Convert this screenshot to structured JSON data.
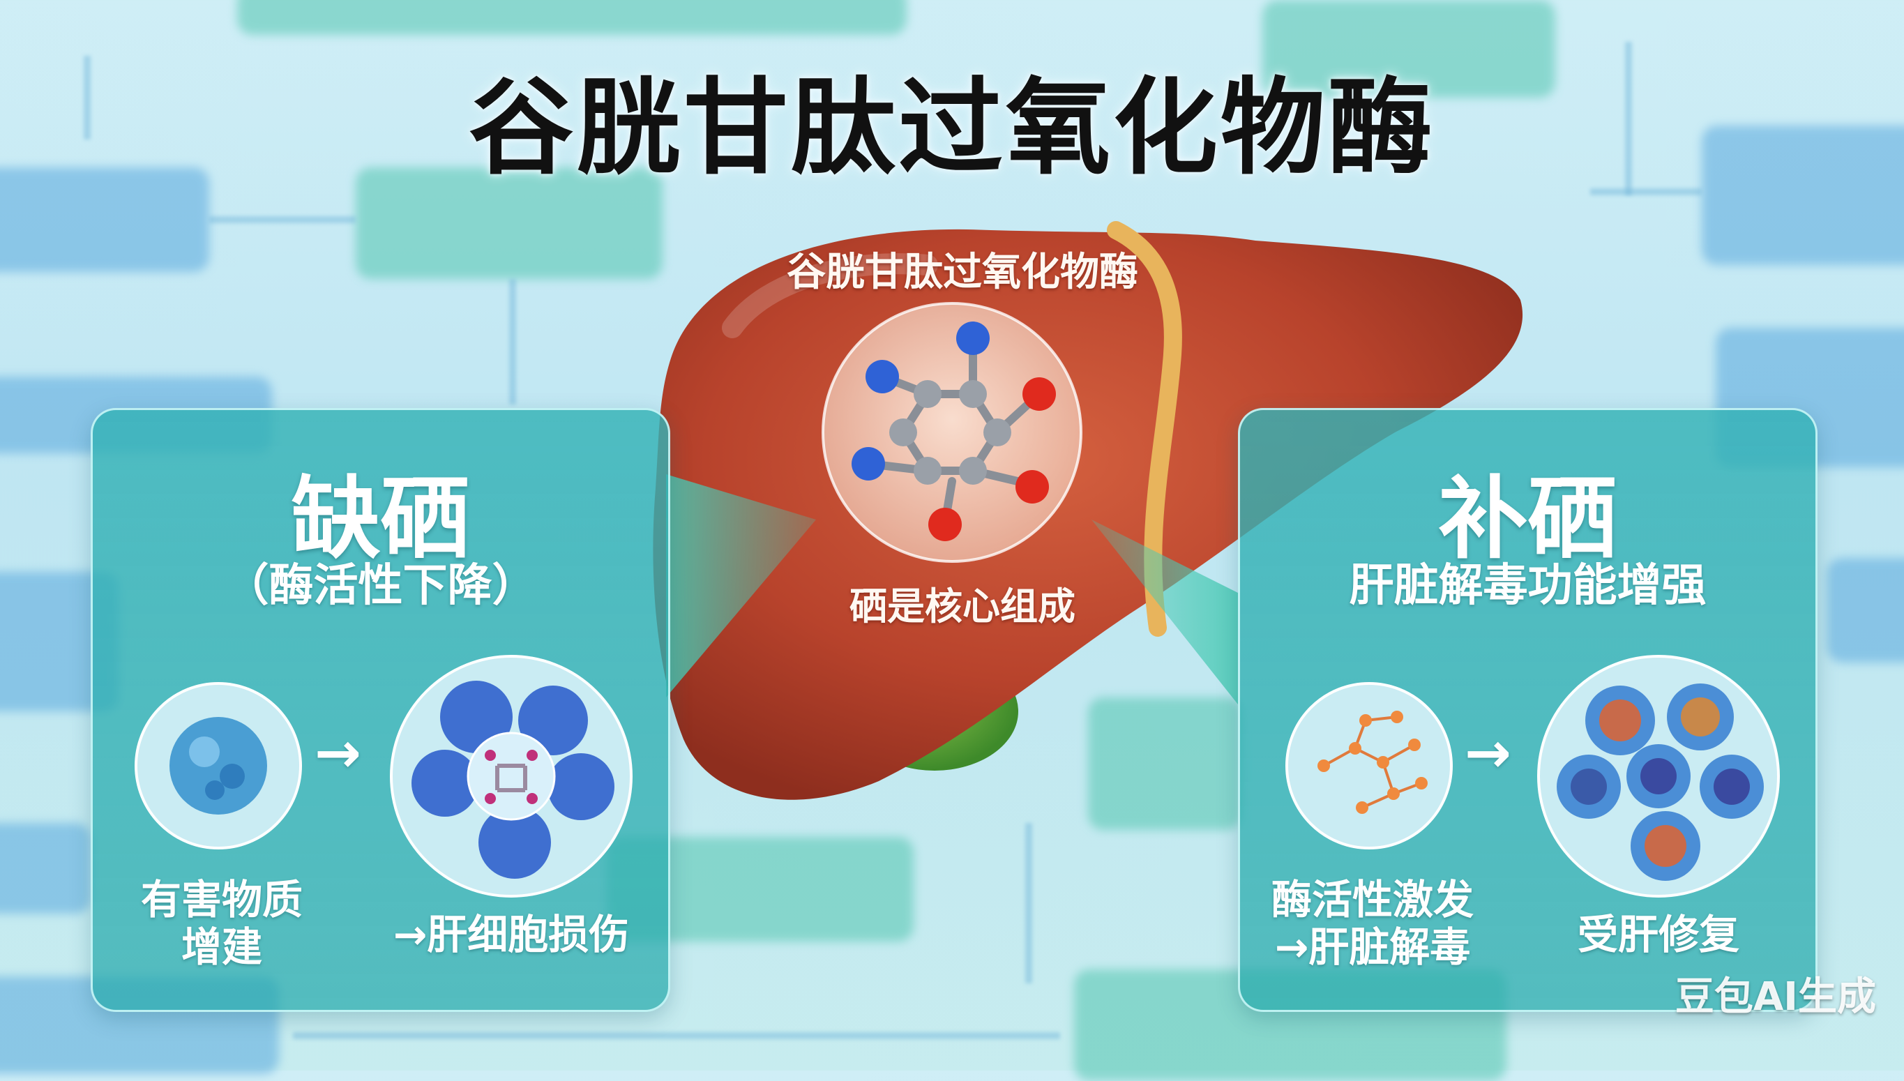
{
  "title": "谷胱甘肽过氧化物酶",
  "liver": {
    "label": "谷胱甘肽过氧化物酶",
    "subtitle": "硒是核心组成"
  },
  "left_panel": {
    "title": "缺硒",
    "subtitle": "（酶活性下降）",
    "caption_left": "有害物质\n增建",
    "caption_right": "→肝细胞损伤"
  },
  "right_panel": {
    "title": "补硒",
    "subtitle": "肝脏解毒功能增强",
    "caption_left": "酶活性激发\n→肝脏解毒",
    "caption_right": "受肝修复"
  },
  "watermark": "豆包AI生成",
  "colors": {
    "liver": "#b8432c",
    "panel": "#34b2b6",
    "title": "#111111"
  }
}
